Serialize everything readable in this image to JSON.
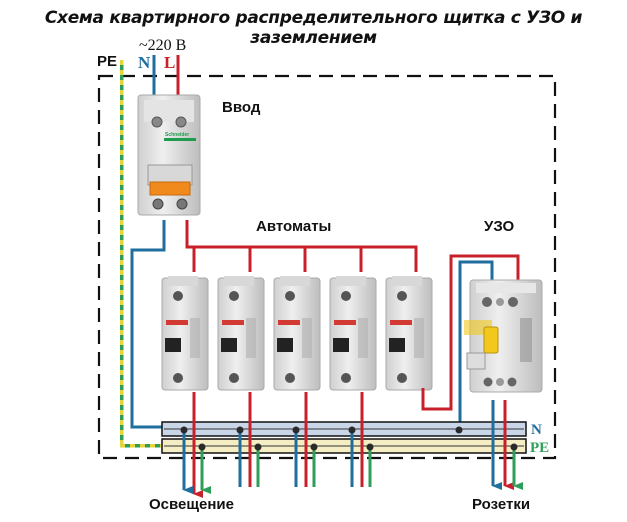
{
  "title": "Схема квартирного распределительного щитка с УЗО и заземлением",
  "labels": {
    "voltage": "~220 В",
    "pe_input": "PE",
    "n_input": "N",
    "l_input": "L",
    "main_breaker": "Ввод",
    "breakers": "Автоматы",
    "rcd": "УЗО",
    "n_bus": "N",
    "pe_bus": "PE",
    "lighting": "Освещение",
    "sockets": "Розетки"
  },
  "colors": {
    "phase": "#c8202a",
    "neutral": "#1f6e9e",
    "ground": "#2e9e5a",
    "pe_yellow": "#e6d53a",
    "n_bus_fill": "#c9d6e8",
    "pe_bus_fill": "#f5edc4",
    "enclosure": "#111111",
    "schneider_green": "#1e9c4b",
    "toggle_orange": "#f08a1c",
    "rcd_yellow": "#f2c81d",
    "abb_red": "#d23a33"
  },
  "components": {
    "main_breaker_brand": "Schneider",
    "breaker_count": 5
  }
}
